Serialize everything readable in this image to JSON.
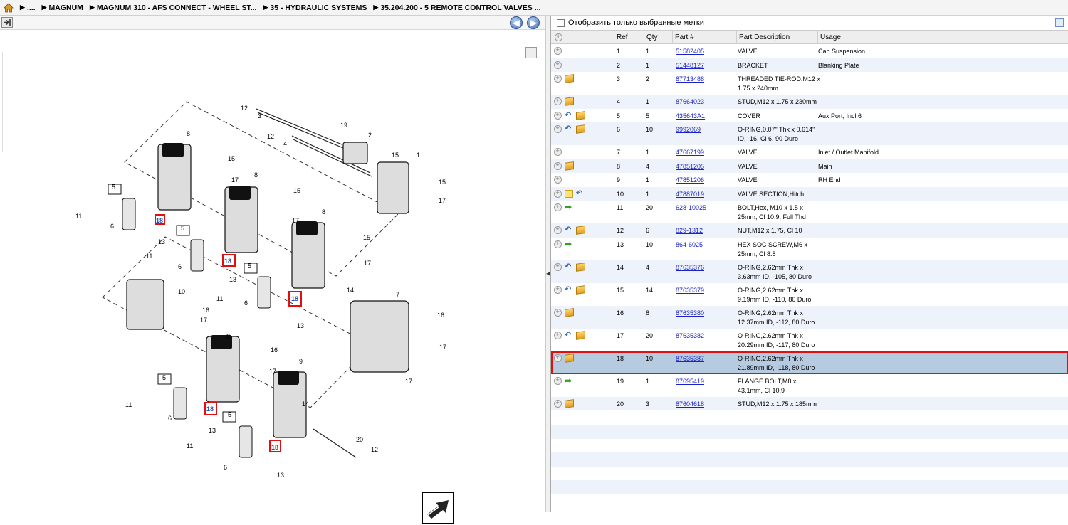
{
  "breadcrumb": {
    "items": [
      "....",
      "MAGNUM",
      "MAGNUM 310 - AFS CONNECT - WHEEL ST...",
      "35 - HYDRAULIC SYSTEMS",
      "35.204.200 - 5 REMOTE CONTROL VALVES ..."
    ]
  },
  "filter": {
    "label": "Отобразить только выбранные метки"
  },
  "grid": {
    "headers": {
      "ref": "Ref",
      "qty": "Qty",
      "part": "Part #",
      "desc": "Part Description",
      "usage": "Usage"
    },
    "rows": [
      {
        "ref": "1",
        "qty": "1",
        "part": "51582405",
        "desc": [
          "VALVE"
        ],
        "usage": "Cab Suspension",
        "icons": []
      },
      {
        "ref": "2",
        "qty": "1",
        "part": "51448127",
        "desc": [
          "BRACKET"
        ],
        "usage": "Blanking Plate",
        "icons": []
      },
      {
        "ref": "3",
        "qty": "2",
        "part": "87713488",
        "desc": [
          "THREADED TIE-ROD,M12 x",
          "1.75 x 240mm"
        ],
        "usage": "",
        "icons": [
          "box-icon"
        ]
      },
      {
        "ref": "4",
        "qty": "1",
        "part": "87664023",
        "desc": [
          "STUD,M12 x 1.75 x 230mm"
        ],
        "usage": "",
        "icons": [
          "box-icon"
        ]
      },
      {
        "ref": "5",
        "qty": "5",
        "part": "435643A1",
        "desc": [
          "COVER"
        ],
        "usage": "Aux Port, Incl 6",
        "icons": [
          "return-icon",
          "box-icon"
        ]
      },
      {
        "ref": "6",
        "qty": "10",
        "part": "9992069",
        "desc": [
          "O-RING,0.07\" Thk x 0.614\"",
          "ID, -16, Cl 6, 90 Duro"
        ],
        "usage": "",
        "icons": [
          "return-icon",
          "box-icon"
        ]
      },
      {
        "ref": "7",
        "qty": "1",
        "part": "47667199",
        "desc": [
          "VALVE"
        ],
        "usage": "Inlet / Outlet Manifold",
        "icons": []
      },
      {
        "ref": "8",
        "qty": "4",
        "part": "47851205",
        "desc": [
          "VALVE"
        ],
        "usage": "Main",
        "icons": [
          "box-icon"
        ]
      },
      {
        "ref": "9",
        "qty": "1",
        "part": "47851206",
        "desc": [
          "VALVE"
        ],
        "usage": "RH End",
        "icons": []
      },
      {
        "ref": "10",
        "qty": "1",
        "part": "47887019",
        "desc": [
          "VALVE SECTION,Hitch"
        ],
        "usage": "",
        "icons": [
          "note-icon",
          "return-icon"
        ]
      },
      {
        "ref": "11",
        "qty": "20",
        "part": "628-10025",
        "desc": [
          "BOLT,Hex, M10 x 1.5 x",
          "25mm, Cl 10.9, Full Thd"
        ],
        "usage": "",
        "icons": [
          "forward-icon"
        ]
      },
      {
        "ref": "12",
        "qty": "6",
        "part": "829-1312",
        "desc": [
          "NUT,M12 x 1.75, Cl 10"
        ],
        "usage": "",
        "icons": [
          "return-icon",
          "box-icon"
        ]
      },
      {
        "ref": "13",
        "qty": "10",
        "part": "864-6025",
        "desc": [
          "HEX SOC SCREW,M6 x",
          "25mm, Cl 8.8"
        ],
        "usage": "",
        "icons": [
          "forward-icon"
        ]
      },
      {
        "ref": "14",
        "qty": "4",
        "part": "87635376",
        "desc": [
          "O-RING,2.62mm Thk x",
          "3.63mm ID, -105, 80 Duro"
        ],
        "usage": "",
        "icons": [
          "return-icon",
          "box-icon"
        ]
      },
      {
        "ref": "15",
        "qty": "14",
        "part": "87635379",
        "desc": [
          "O-RING,2.62mm Thk x",
          "9.19mm ID, -110, 80 Duro"
        ],
        "usage": "",
        "icons": [
          "return-icon",
          "box-icon"
        ]
      },
      {
        "ref": "16",
        "qty": "8",
        "part": "87635380",
        "desc": [
          "O-RING,2.62mm Thk x",
          "12.37mm ID, -112, 80 Duro"
        ],
        "usage": "",
        "icons": [
          "box-icon"
        ]
      },
      {
        "ref": "17",
        "qty": "20",
        "part": "87635382",
        "desc": [
          "O-RING,2.62mm Thk x",
          "20.29mm ID, -117, 80 Duro"
        ],
        "usage": "",
        "icons": [
          "return-icon",
          "box-icon"
        ]
      },
      {
        "ref": "18",
        "qty": "10",
        "part": "87635387",
        "desc": [
          "O-RING,2.62mm Thk x",
          "21.89mm ID, -118, 80 Duro"
        ],
        "usage": "",
        "icons": [
          "box-icon"
        ],
        "selected": true
      },
      {
        "ref": "19",
        "qty": "1",
        "part": "87695419",
        "desc": [
          "FLANGE BOLT,M8 x",
          "43.1mm, Cl 10.9"
        ],
        "usage": "",
        "icons": [
          "forward-icon"
        ]
      },
      {
        "ref": "20",
        "qty": "3",
        "part": "87604618",
        "desc": [
          "STUD,M12 x 1.75 x 185mm"
        ],
        "usage": "",
        "icons": [
          "box-icon"
        ]
      }
    ]
  },
  "diagram": {
    "callouts": [
      "1",
      "2",
      "3",
      "4",
      "5",
      "6",
      "7",
      "8",
      "9",
      "10",
      "11",
      "12",
      "13",
      "14",
      "15",
      "16",
      "17",
      "18",
      "19",
      "20"
    ],
    "highlighted_ref": "18"
  },
  "colors": {
    "highlight": "#e01010",
    "selected_row": "#b7cbe0",
    "link": "#1a23c8",
    "alt_row": "#eef3fb"
  }
}
